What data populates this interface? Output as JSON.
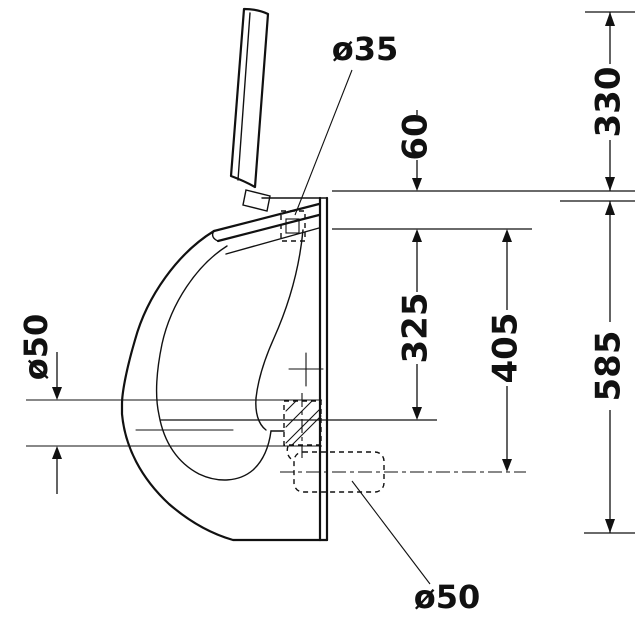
{
  "drawing": {
    "labels": {
      "dia35": "ø35",
      "d60": "60",
      "d330": "330",
      "d325": "325",
      "d405": "405",
      "d585": "585",
      "dia50_side": "ø50",
      "dia50_drain": "ø50"
    },
    "colors": {
      "ink": "#111111",
      "paper": "#ffffff"
    }
  }
}
